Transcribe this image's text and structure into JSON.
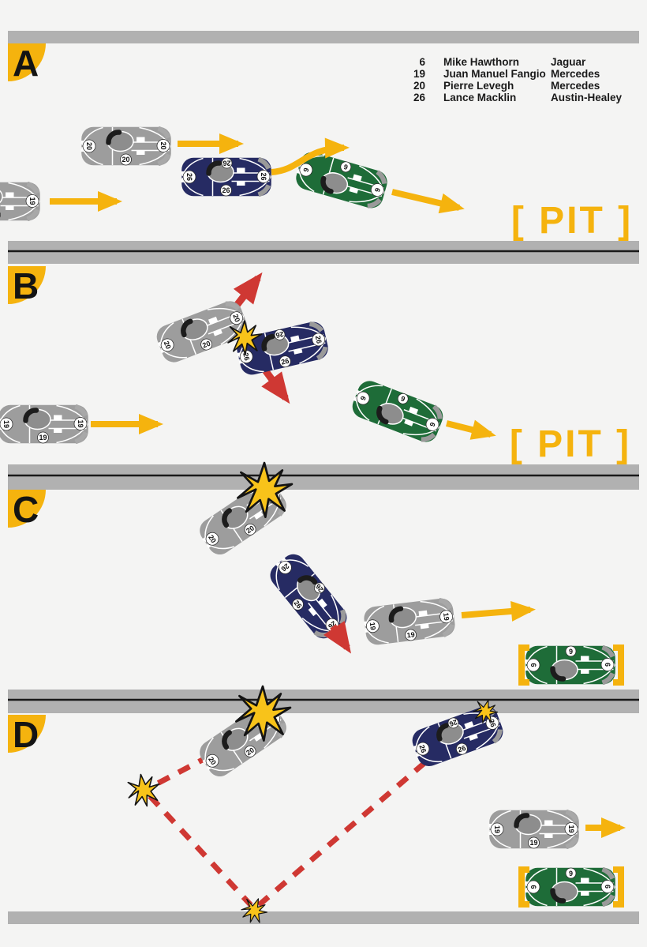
{
  "sections": {
    "a": {
      "letter": "A"
    },
    "b": {
      "letter": "B"
    },
    "c": {
      "letter": "C"
    },
    "d": {
      "letter": "D"
    }
  },
  "legend": {
    "entries": [
      {
        "number": "6",
        "driver": "Mike Hawthorn",
        "make": "Jaguar"
      },
      {
        "number": "19",
        "driver": "Juan Manuel Fangio",
        "make": "Mercedes"
      },
      {
        "number": "20",
        "driver": "Pierre Levegh",
        "make": "Mercedes"
      },
      {
        "number": "26",
        "driver": "Lance Macklin",
        "make": "Austin-Healey"
      }
    ]
  },
  "labels": {
    "pit": "[ PIT ]"
  },
  "cars": {
    "c6": {
      "number": "6",
      "make": "Jaguar",
      "color": "#1e6c38"
    },
    "c19": {
      "number": "19",
      "make": "Mercedes",
      "color": "#9d9d9d"
    },
    "c20": {
      "number": "20",
      "make": "Mercedes",
      "color": "#9d9d9d"
    },
    "c26": {
      "number": "26",
      "make": "Austin-Healey",
      "color": "#262b63"
    }
  },
  "colors": {
    "background": "#f4f4f3",
    "track_barrier": "#b1b1b1",
    "accent_yellow": "#f5b30e",
    "burst_yellow": "#f8c31a",
    "danger_red": "#cf3833"
  }
}
